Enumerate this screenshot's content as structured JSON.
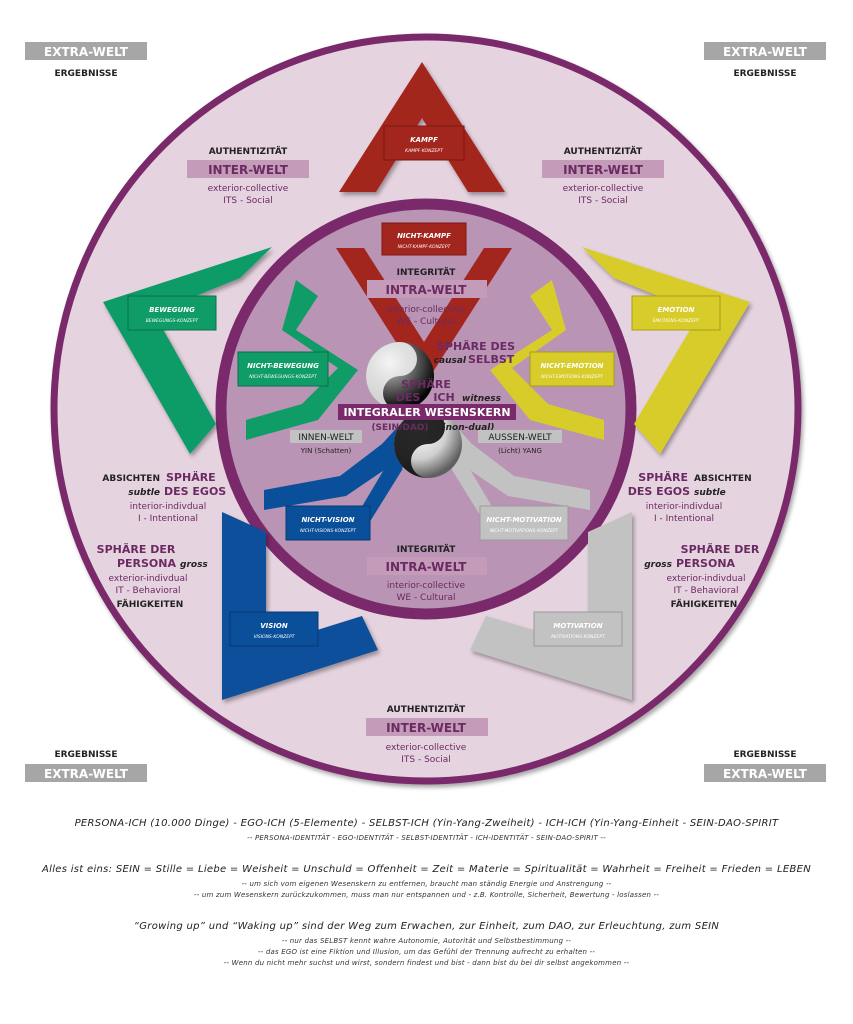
{
  "colors": {
    "outer_fill": "#e6d3e0",
    "outer_ring": "#7a2a6a",
    "inner_fill": "#b994b4",
    "red": "#a3261e",
    "green": "#0f9c67",
    "yellow": "#d8cc2a",
    "blue": "#0a4f9a",
    "grey": "#c2c2c2",
    "label_grey": "#a6a6a6",
    "purple_text": "#6b2a62",
    "purple_label": "#c49cb9"
  },
  "corners": {
    "tl": {
      "title": "EXTRA-WELT",
      "sub": "ERGEBNISSE"
    },
    "tr": {
      "title": "EXTRA-WELT",
      "sub": "ERGEBNISSE"
    },
    "bl": {
      "title": "EXTRA-WELT",
      "sub": "ERGEBNISSE"
    },
    "br": {
      "title": "EXTRA-WELT",
      "sub": "ERGEBNISSE"
    }
  },
  "inter_tl": {
    "head": "AUTHENTIZITÄT",
    "title": "INTER-WELT",
    "l1": "exterior-collective",
    "l2": "ITS - Social"
  },
  "inter_tr": {
    "head": "AUTHENTIZITÄT",
    "title": "INTER-WELT",
    "l1": "exterior-collective",
    "l2": "ITS - Social"
  },
  "inter_bottom": {
    "head": "AUTHENTIZITÄT",
    "title": "INTER-WELT",
    "l1": "exterior-collective",
    "l2": "ITS - Social"
  },
  "intra_top": {
    "head": "INTEGRITÄT",
    "title": "INTRA-WELT",
    "l1": "interior-collective",
    "l2": "WE - Cultural"
  },
  "intra_bottom": {
    "head": "INTEGRITÄT",
    "title": "INTRA-WELT",
    "l1": "interior-collective",
    "l2": "WE - Cultural"
  },
  "left_ego": {
    "head": "ABSICHTEN",
    "sphere1": "SPHÄRE",
    "word": "subtle",
    "sphere2": "DES EGOS",
    "l1": "interior-indivdual",
    "l2": "I - Intentional"
  },
  "right_ego": {
    "head": "ABSICHTEN",
    "sphere1": "SPHÄRE",
    "word": "subtle",
    "sphere2": "DES EGOS",
    "l1": "interior-indivdual",
    "l2": "I - Intentional"
  },
  "left_persona": {
    "sphere1": "SPHÄRE DER",
    "word": "gross",
    "sphere2": "PERSONA",
    "l1": "exterior-indivdual",
    "l2": "IT - Behavioral",
    "foot": "FÄHIGKEITEN"
  },
  "right_persona": {
    "sphere1": "SPHÄRE DER",
    "word": "gross",
    "sphere2": "PERSONA",
    "l1": "exterior-indivdual",
    "l2": "IT - Behavioral",
    "foot": "FÄHIGKEITEN"
  },
  "boxes": {
    "kampf": {
      "title": "KAMPF",
      "sub": "KAMPF-KONZEPT"
    },
    "nicht_kampf": {
      "title": "NICHT-KAMPF",
      "sub": "NICHT-KAMPF-KONZEPT"
    },
    "bewegung": {
      "title": "BEWEGUNG",
      "sub": "BEWEGUNGS-KONZEPT"
    },
    "nicht_bewegung": {
      "title": "NICHT-BEWEGUNG",
      "sub": "NICHT-BEWEGUNGS-KONZEPT"
    },
    "emotion": {
      "title": "EMOTION",
      "sub": "EMOTIONS-KONZEPT"
    },
    "nicht_emotion": {
      "title": "NICHT-EMOTION",
      "sub": "NICHT-EMOTIONS-KONZEPT"
    },
    "vision": {
      "title": "VISION",
      "sub": "VISIONS-KONZEPT"
    },
    "nicht_vision": {
      "title": "NICHT-VISION",
      "sub": "NICHT-VISIONS-KONZEPT"
    },
    "motivation": {
      "title": "MOTIVATION",
      "sub": "MOTIVATIONS-KONZEPT"
    },
    "nicht_motivation": {
      "title": "NICHT-MOTIVATION",
      "sub": "NICHT-MOTIVATIONS-KONZEPT"
    }
  },
  "center": {
    "selbst1": "SPHÄRE DES",
    "causal": "causal",
    "selbst2": "SELBST",
    "ich1": "SPHÄRE",
    "ich2": "DES",
    "ich3": "ICH",
    "witness": "witness",
    "kern": "INTEGRALER WESENSKERN",
    "sein": "(SEIN/DAO)",
    "nondual": "(non-dual)",
    "innen": "INNEN-WELT",
    "yin": "YIN (Schatten)",
    "aussen": "AUSSEN-WELT",
    "yang": "(Licht) YANG"
  },
  "bottom": {
    "line1": "PERSONA-ICH (10.000 Dinge) - EGO-ICH (5-Elemente) - SELBST-ICH (Yin-Yang-Zweiheit) - ICH-ICH (Yin-Yang-Einheit - SEIN-DAO-SPIRIT",
    "line1b": "-- PERSONA-IDENTITÄT - EGO-IDENTITÄT - SELBST-IDENTITÄT - ICH-IDENTITÄT - SEIN-DAO-SPIRIT --",
    "line2": "Alles ist eins: SEIN = Stille = Liebe = Weisheit = Unschuld = Offenheit = Zeit = Materie = Spiritualität = Wahrheit = Freiheit = Frieden = LEBEN",
    "line2b": "-- um sich vom eigenen Wesenskern zu entfernen, braucht man ständig Energie und Anstrengung --",
    "line2c": "-- um zum Wesenskern zurückzukommen, muss man nur entspannen und - z.B. Kontrolle, Sicherheit, Bewertung - loslassen --",
    "line3": "“Growing up” und “Waking up” sind der Weg zum Erwachen, zur Einheit, zum DAO, zur Erleuchtung, zum SEIN",
    "line3b": "-- nur das SELBST kennt wahre Autonomie, Autorität und Selbstbestimmung --",
    "line3c": "-- das EGO ist eine Fiktion und Illusion, um das Gefühl der Trennung aufrecht zu erhalten --",
    "line3d": "-- Wenn du nicht mehr suchst und wirst, sondern findest und bist - dann bist du bei dir selbst angekommen --"
  }
}
